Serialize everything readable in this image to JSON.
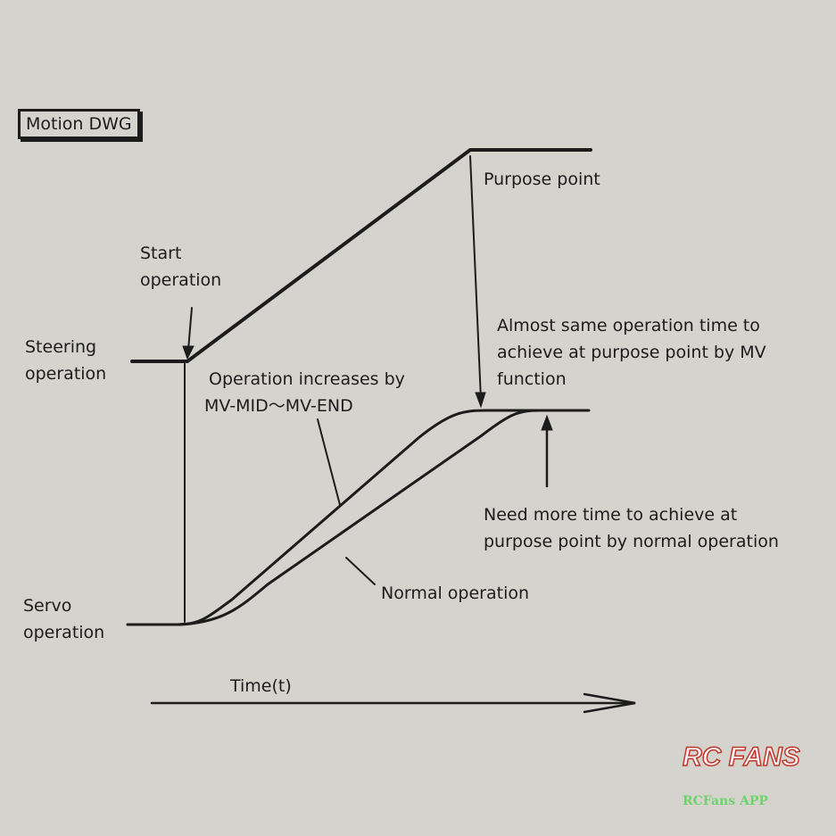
{
  "title": "Motion DWG",
  "labels": {
    "steering": [
      "Steering",
      "operation"
    ],
    "servo": [
      "Servo",
      "operation"
    ],
    "start": [
      "Start",
      "operation"
    ],
    "purpose_point": "Purpose point",
    "almost_same": [
      "Almost same operation time to",
      "achieve at purpose point by MV",
      "function"
    ],
    "increase": [
      "Operation increases by",
      "MV-MID～MV-END"
    ],
    "need_more": [
      "Need more time to achieve at",
      "purpose point by normal operation"
    ],
    "normal": "Normal operation",
    "time": "Time(t)"
  },
  "watermark": {
    "brand": "RC FANS",
    "app": "RCFans APP"
  }
}
